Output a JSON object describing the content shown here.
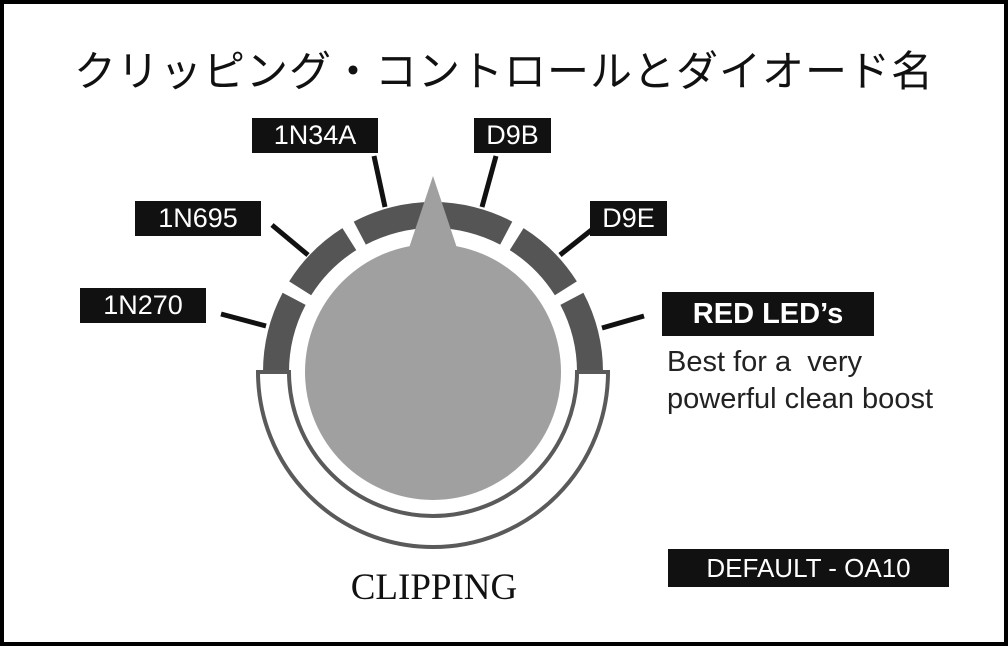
{
  "title": "クリッピング・コントロールとダイオード名",
  "labels": {
    "l1": "1N270",
    "l2": "1N695",
    "l3": "1N34A",
    "l4": "D9B",
    "l5": "D9E",
    "l6": "RED LED’s"
  },
  "description": "Best for a  very\npowerful clean boost",
  "default_label": "DEFAULT - OA10",
  "knob_label": "CLIPPING",
  "colors": {
    "segment": "#555555",
    "knob": "#a0a0a0",
    "outline": "#5a5a5a"
  }
}
